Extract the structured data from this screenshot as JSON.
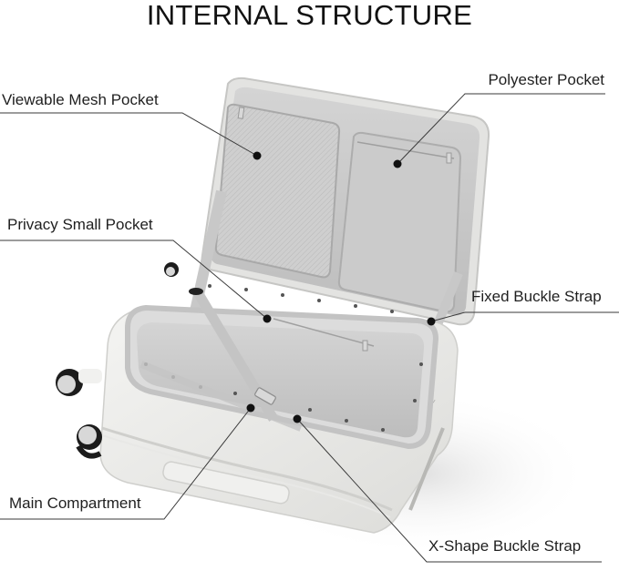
{
  "title": "INTERNAL STRUCTURE",
  "colors": {
    "background": "#ffffff",
    "text": "#1f1f1f",
    "leader_line": "#3a3a3a",
    "shell": "#eeeeec",
    "shell_shadow": "#d9d9d6",
    "lining": "#c9c9c9",
    "lining_dark": "#b3b3b3",
    "wheel": "#1c1c1c",
    "callout_dot": "#111111"
  },
  "callouts": [
    {
      "id": "viewable-mesh-pocket",
      "label": "Viewable Mesh Pocket"
    },
    {
      "id": "polyester-pocket",
      "label": "Polyester Pocket"
    },
    {
      "id": "privacy-small-pocket",
      "label": "Privacy Small Pocket"
    },
    {
      "id": "fixed-buckle-strap",
      "label": "Fixed Buckle Strap"
    },
    {
      "id": "main-compartment",
      "label": "Main Compartment"
    },
    {
      "id": "x-shape-buckle-strap",
      "label": "X-Shape Buckle Strap"
    }
  ]
}
